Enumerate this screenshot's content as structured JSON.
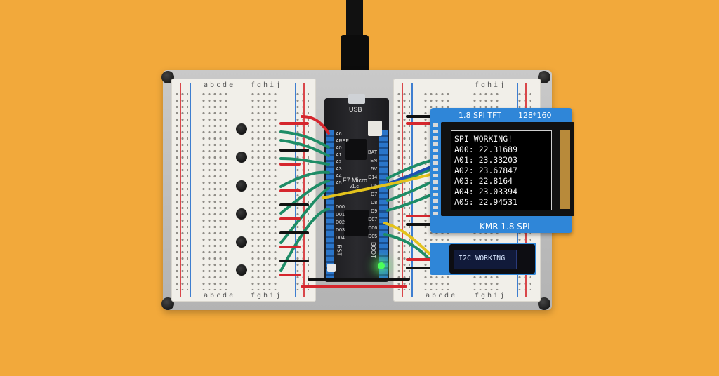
{
  "colors": {
    "background": "#f2a93b",
    "tft_board": "#2f86d8",
    "wire_green": "#1e8c66",
    "wire_red": "#d5262d",
    "wire_yellow": "#e3c21c",
    "wire_blue": "#1d4fb3",
    "wire_black": "#111111",
    "status_led": "#4cff5a"
  },
  "breadboard_left": {
    "letters_top_a": "abcde",
    "letters_top_b": "fghij",
    "letters_bottom_a": "abcde",
    "letters_bottom_b": "fghij"
  },
  "breadboard_right": {
    "letters_top_b": "fghij",
    "letters_bottom_a": "abcde",
    "letters_bottom_b": "fghij"
  },
  "microcontroller": {
    "usb_label": "USB",
    "name": "F7 Micro",
    "version": "v1.c",
    "pins_left": [
      "A6",
      "AREF",
      "A0",
      "A1",
      "A2",
      "A3",
      "A4",
      "A5"
    ],
    "pins_left_lower": [
      "D00",
      "D01",
      "D02",
      "D03",
      "D04"
    ],
    "pins_right": [
      "BAT",
      "EN",
      "5V",
      "D14",
      "D6",
      "D7",
      "D8",
      "D9",
      "D07",
      "D06",
      "D05"
    ],
    "rst_label": "RST",
    "boot_label": "BOOT"
  },
  "tft": {
    "header_left": "1.8 SPI TFT",
    "header_right": "128*160",
    "footer": "KMR-1.8 SPI",
    "lines": [
      "SPI WORKING!",
      "A00: 22.31689",
      "A01: 23.33203",
      "A02: 23.67847",
      "A03: 22.8164",
      "A04: 23.03394",
      "A05: 22.94531"
    ]
  },
  "oled": {
    "text": "I2C WORKING"
  }
}
